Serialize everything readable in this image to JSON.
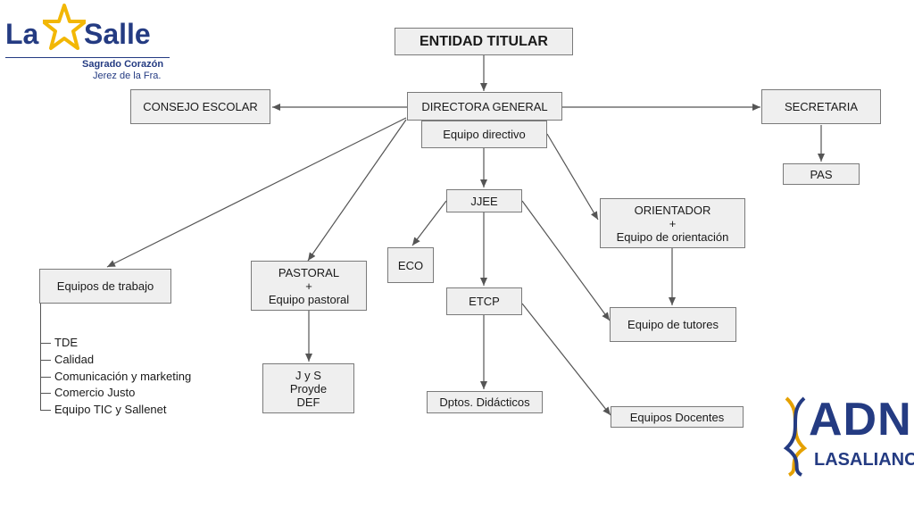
{
  "logos": {
    "lasalle": {
      "part1": "La",
      "part2": "Salle",
      "line1": "Sagrado Corazón",
      "line2": "Jerez de la Fra.",
      "star_color": "#f2b705",
      "color": "#243b82"
    },
    "adn": {
      "big": "ADN",
      "small": "LASALIANO",
      "color": "#243b82",
      "strand_color": "#e5a100"
    }
  },
  "nodes": {
    "entidad": "ENTIDAD TITULAR",
    "directora": "DIRECTORA GENERAL",
    "equipo_directivo": "Equipo directivo",
    "consejo": "CONSEJO ESCOLAR",
    "secretaria": "SECRETARIA",
    "pas": "PAS",
    "jjee": "JJEE",
    "eco": "ECO",
    "etcp": "ETCP",
    "orientador": "ORIENTADOR\n+\nEquipo de orientación",
    "tutores": "Equipo de tutores",
    "equipos_trabajo": "Equipos de trabajo",
    "pastoral": "PASTORAL\n+\nEquipo pastoral",
    "jys": "J y S\nProyde\nDEF",
    "dptos": "Dptos. Didácticos",
    "docentes": "Equipos Docentes"
  },
  "work_teams": [
    "TDE",
    "Calidad",
    "Comunicación y marketing",
    "Comercio Justo",
    "Equipo TIC y Sallenet"
  ]
}
